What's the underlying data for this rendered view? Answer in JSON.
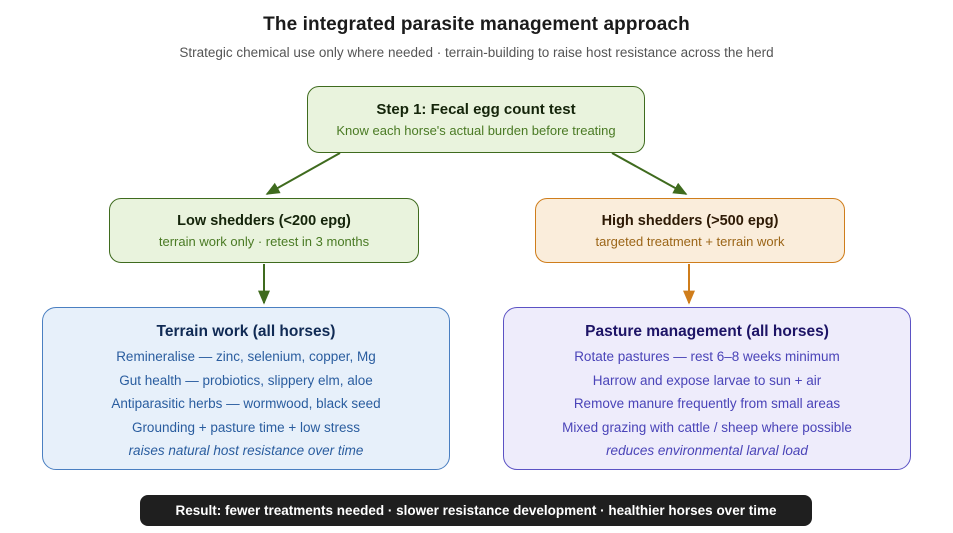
{
  "header": {
    "title": "The integrated parasite management approach",
    "subtitle": "Strategic chemical use only where needed · terrain-building to raise host resistance across the herd"
  },
  "flow": {
    "step1": {
      "title": "Step 1: Fecal egg count test",
      "subtitle": "Know each horse's actual burden before treating"
    },
    "low_shedders": {
      "title": "Low shedders (<200 epg)",
      "subtitle": "terrain work only · retest in 3 months"
    },
    "high_shedders": {
      "title": "High shedders (>500 epg)",
      "subtitle": "targeted treatment + terrain work"
    },
    "terrain_panel": {
      "title": "Terrain work (all horses)",
      "lines": [
        "Remineralise — zinc, selenium, copper, Mg",
        "Gut health — probiotics, slippery elm, aloe",
        "Antiparasitic herbs — wormwood, black seed",
        "Grounding + pasture time + low stress"
      ],
      "note": "raises natural host resistance over time"
    },
    "pasture_panel": {
      "title": "Pasture management (all horses)",
      "lines": [
        "Rotate pastures — rest 6–8 weeks minimum",
        "Harrow and expose larvae to sun + air",
        "Remove manure frequently from small areas",
        "Mixed grazing with cattle / sheep where possible"
      ],
      "note": "reduces environmental larval load"
    }
  },
  "footer": {
    "text": "Result: fewer treatments needed · slower resistance development · healthier horses over time"
  },
  "colors": {
    "green_border": "#3f6b1e",
    "green_fill": "#e9f3dd",
    "green_text": "#4a7a24",
    "orange_border": "#cf7d1b",
    "orange_fill": "#faeddb",
    "orange_text": "#9b6517",
    "blue_border": "#4a7fc1",
    "blue_fill": "#e7f0fa",
    "blue_text": "#2a5d9f",
    "purple_border": "#5b52c4",
    "purple_fill": "#eeecfb",
    "purple_text": "#4a44b8",
    "banner_bg": "#1f1f1f"
  }
}
